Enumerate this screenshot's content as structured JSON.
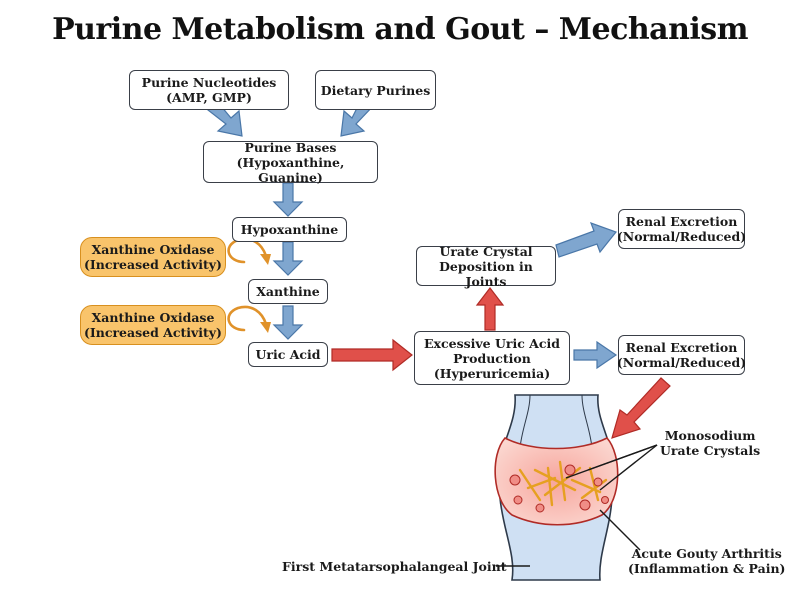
{
  "title": "Purine Metabolism and Gout – Mechanism",
  "nodes": {
    "purine_nucleotides": [
      "Purine Nucleotides",
      "(AMP, GMP)"
    ],
    "dietary_purines": [
      "Dietary Purines"
    ],
    "purine_bases": [
      "Purine Bases",
      "(Hypoxanthine, Guanine)"
    ],
    "hypoxanthine": [
      "Hypoxanthine"
    ],
    "xanthine": [
      "Xanthine"
    ],
    "uric_acid": [
      "Uric Acid"
    ],
    "xanthine_oxidase_1": [
      "Xanthine Oxidase",
      "(Increased Activity)"
    ],
    "xanthine_oxidase_2": [
      "Xanthine Oxidase",
      "(Increased Activity)"
    ],
    "excessive_uric_acid": [
      "Excessive Uric Acid",
      "Production",
      "(Hyperuricemia)"
    ],
    "urate_deposition": [
      "Urate Crystal",
      "Deposition in Joints"
    ],
    "renal_excretion_top": [
      "Renal Excretion",
      "(Normal/Reduced)"
    ],
    "renal_excretion_mid": [
      "Renal Excretion",
      "(Normal/Reduced)"
    ]
  },
  "labels": {
    "monosodium": [
      "Monosodium",
      "Urate Crystals"
    ],
    "acute_gout": [
      "Acute Gouty Arthritis",
      "(Inflammation & Pain)"
    ],
    "first_joint": "First Metatarsophalangeal Joint"
  },
  "colors": {
    "blue_arrow": "#7fa6cf",
    "blue_arrow_edge": "#4a77a8",
    "red_arrow": "#e0504a",
    "red_arrow_edge": "#b02b26",
    "enzyme_fill": "#f9c46b",
    "bone": "#cfe0f3",
    "inflamed": "#f7b8b0",
    "crystal": "#f2b233"
  }
}
